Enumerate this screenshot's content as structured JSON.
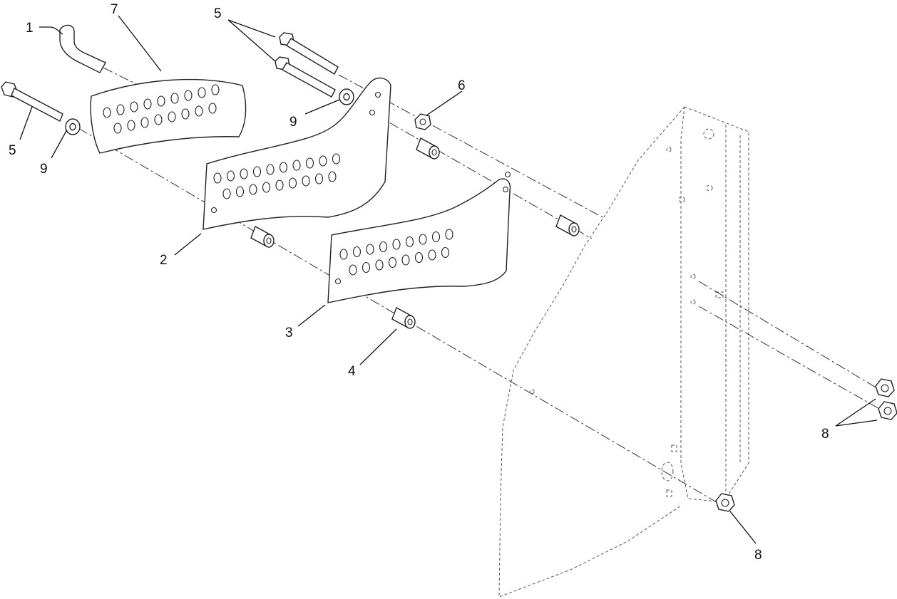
{
  "callouts": {
    "c1": "1",
    "c2": "2",
    "c3": "3",
    "c4": "4",
    "c5_left": "5",
    "c5_top": "5",
    "c6": "6",
    "c7": "7",
    "c8_right": "8",
    "c8_bottom": "8",
    "c9_left": "9",
    "c9_mid": "9"
  }
}
